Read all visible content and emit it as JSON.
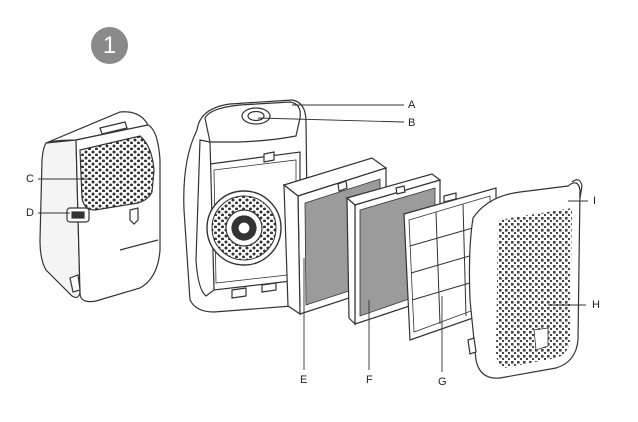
{
  "step": {
    "number": "1"
  },
  "callouts": {
    "A": "A",
    "B": "B",
    "C": "C",
    "D": "D",
    "E": "E",
    "F": "F",
    "G": "G",
    "H": "H",
    "I": "I"
  },
  "colors": {
    "badge": "#8a8a8a",
    "line": "#333333",
    "filter_fill": "#9b9b9b"
  }
}
